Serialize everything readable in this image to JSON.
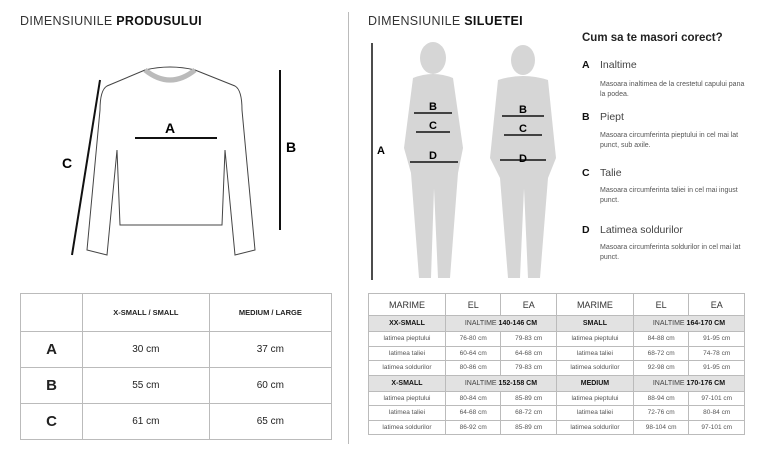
{
  "product": {
    "title_light": "DIMENSIUNILE",
    "title_bold": "PRODUSULUI",
    "labels": {
      "a": "A",
      "b": "B",
      "c": "C"
    },
    "table": {
      "headers": [
        "",
        "X-SMALL / SMALL",
        "MEDIUM / LARGE"
      ],
      "rows": [
        {
          "key": "A",
          "values": [
            "30 cm",
            "37 cm"
          ]
        },
        {
          "key": "B",
          "values": [
            "55 cm",
            "60 cm"
          ]
        },
        {
          "key": "C",
          "values": [
            "61 cm",
            "65 cm"
          ]
        }
      ]
    }
  },
  "silhouette": {
    "title_light": "DIMENSIUNILE",
    "title_bold": "SILUETEI",
    "labels": {
      "a": "A",
      "b": "B",
      "c": "C",
      "d": "D"
    },
    "table": {
      "headers": [
        "MARIME",
        "EL",
        "EA",
        "MARIME",
        "EL",
        "EA"
      ],
      "height_label": "INALTIME",
      "groups": [
        {
          "left": {
            "size": "XX-SMALL",
            "height": "140-146 CM"
          },
          "right": {
            "size": "SMALL",
            "height": "164-170 CM"
          },
          "rows": [
            [
              "latimea pieptului",
              "76-80 cm",
              "79-83 cm",
              "latimea pieptului",
              "84-88 cm",
              "91-95 cm"
            ],
            [
              "latimea taliei",
              "60-64 cm",
              "64-68 cm",
              "latimea taliei",
              "68-72 cm",
              "74-78 cm"
            ],
            [
              "latimea soldurilor",
              "80-86 cm",
              "79-83 cm",
              "latimea soldurilor",
              "92-98 cm",
              "91-95 cm"
            ]
          ]
        },
        {
          "left": {
            "size": "X-SMALL",
            "height": "152-158 CM"
          },
          "right": {
            "size": "MEDIUM",
            "height": "170-176 CM"
          },
          "rows": [
            [
              "latimea pieptului",
              "80-84 cm",
              "85-89 cm",
              "latimea pieptului",
              "88-94 cm",
              "97-101 cm"
            ],
            [
              "latimea taliei",
              "64-68 cm",
              "68-72 cm",
              "latimea taliei",
              "72-76 cm",
              "80-84 cm"
            ],
            [
              "latimea soldurilor",
              "86-92 cm",
              "85-89 cm",
              "latimea soldurilor",
              "98-104 cm",
              "97-101 cm"
            ]
          ]
        }
      ]
    }
  },
  "guide": {
    "heading": "Cum sa te masori corect?",
    "items": [
      {
        "key": "A",
        "name": "Inaltime",
        "desc": "Masoara inaltimea de la crestetul capului pana la podea."
      },
      {
        "key": "B",
        "name": "Piept",
        "desc": "Masoara circumferinta pieptului in cel mai lat punct, sub axile."
      },
      {
        "key": "C",
        "name": "Talie",
        "desc": "Masoara circumferinta taliei in cel mai ingust punct."
      },
      {
        "key": "D",
        "name": "Latimea soldurilor",
        "desc": "Masoara circumferinta soldurilor in cel mai lat punct."
      }
    ]
  }
}
